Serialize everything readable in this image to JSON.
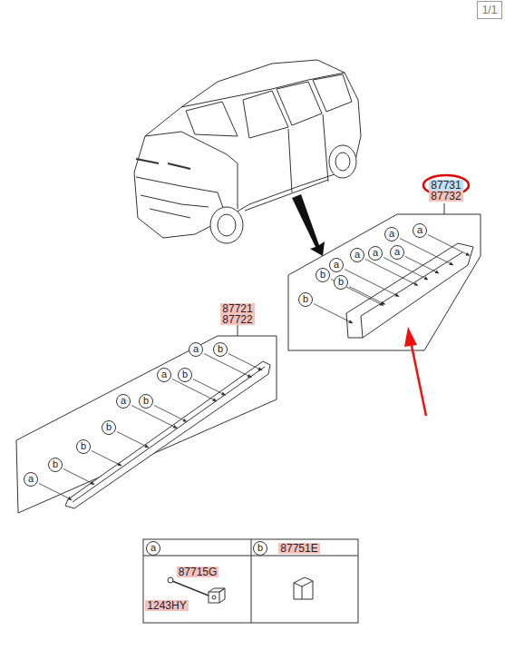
{
  "diagram": {
    "labels": [
      "1/1",
      "87731",
      "87732",
      "a",
      "a",
      "a",
      "a",
      "a",
      "a",
      "b",
      "b",
      "b",
      "87721",
      "87722",
      "a",
      "b",
      "a",
      "b",
      "a",
      "b",
      "b",
      "b",
      "b",
      "a",
      "a",
      "87715G",
      "1243HY",
      "b",
      "87751E"
    ]
  }
}
